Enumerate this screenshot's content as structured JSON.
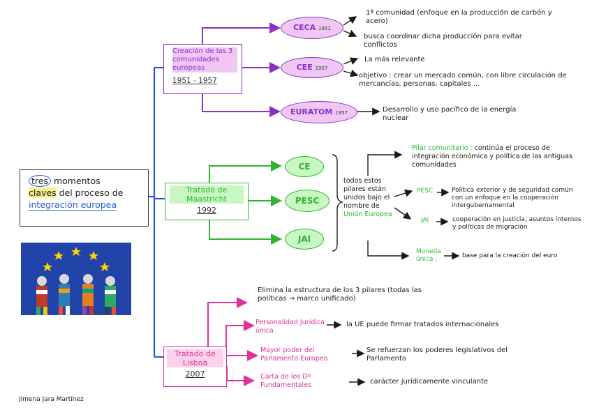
{
  "main": {
    "tres": "tres",
    "line1_rest": " momentos",
    "claves": "claves",
    "line2_rest": " del proceso de",
    "line3": "integración europea"
  },
  "first": {
    "title": "Creación de las 3 comunidades europeas",
    "years": "1951 - 1957",
    "ceca": {
      "name": "CECA",
      "year": "1951",
      "notes": [
        "1ª comunidad  (enfoque en la producción de carbón y acero)",
        "busca coordinar dicha producción para evitar conflictos"
      ]
    },
    "cee": {
      "name": "CEE",
      "year": "1957",
      "notes": [
        "La más relevante",
        "objetivo : crear un mercado común, con libre circulación de mercancías, personas, capitales ..."
      ]
    },
    "euratom": {
      "name": "EURATOM",
      "year": "1957",
      "note": "Desarrollo y uso pacífico de la energía nuclear"
    }
  },
  "second": {
    "title": "Tratado de Maastricht",
    "year": "1992",
    "pillars": [
      "CE",
      "PESC",
      "JAI"
    ],
    "brace_text_1": "todos estos pilares están unidos bajo el nombre de",
    "brace_text_2": "Unión Europea",
    "pilar_label": "Pilar comunitario :",
    "pilar_text": "continúa el proceso de integración económica y política de las antiguas comunidades",
    "pesc_label": "PESC",
    "pesc_text": "Política exterior y de seguridad común con un enfoque en la cooperación intergubernamental",
    "jai_label": "JAI",
    "jai_text": "cooperación en justicia, asuntos internos y políticas de migración",
    "moneda_label": "Moneda única :",
    "moneda_text": "base para la creación del euro"
  },
  "third": {
    "title": "Tratado de Lisboa",
    "year": "2007",
    "eliminates": "Elimina la estructura de los 3 pilares (todas las políticas → marco unificado)",
    "items": [
      {
        "label": "Personalidad Jurídica única",
        "text": "la UE puede firmar tratados internacionales"
      },
      {
        "label": "Mayor poder del Parlamento Europeo",
        "text": "Se refuerzan los poderes legislativos del Parlamento"
      },
      {
        "label": "Carta de los Dº Fundamentales",
        "text": "carácter jurídicamente vinculante"
      }
    ]
  },
  "author": "Jimena Jara Martínez",
  "colors": {
    "blue": "#2a5bd7",
    "purple": "#8b2fc9",
    "green": "#2db52d",
    "pink": "#e0309a",
    "highlight_purple": "#f0c6f3",
    "highlight_green": "#c9f7c3",
    "highlight_pink": "#fbd0ea"
  }
}
